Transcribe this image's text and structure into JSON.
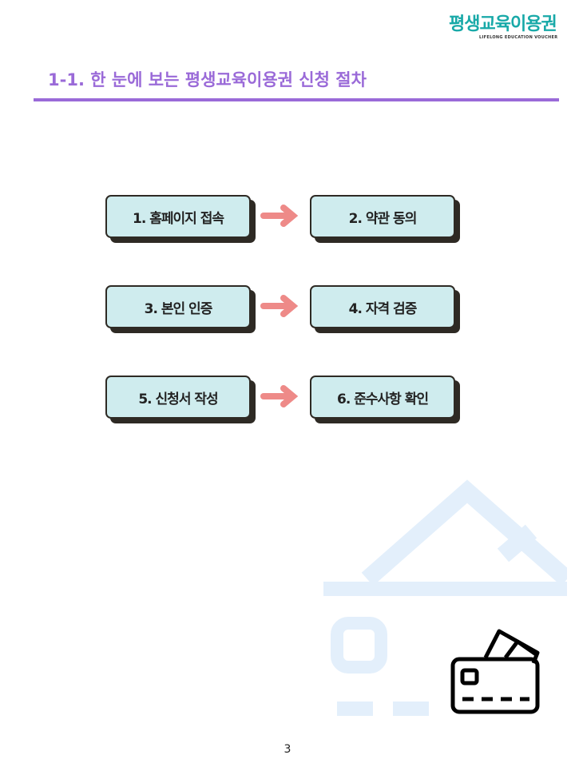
{
  "logo": {
    "main": "평생교육이용권",
    "sub": "LIFELONG EDUCATION VOUCHER"
  },
  "title": "1-1. 한 눈에 보는 평생교육이용권 신청 절차",
  "steps": [
    "1. 홈페이지 접속",
    "2. 약관 동의",
    "3. 본인 인증",
    "4. 자격 검증",
    "5. 신청서 작성",
    "6. 준수사항 확인"
  ],
  "colors": {
    "accent": "#9a6ad8",
    "step_bg": "#cfecee",
    "arrow": "#ee8a88"
  },
  "page_number": "3"
}
